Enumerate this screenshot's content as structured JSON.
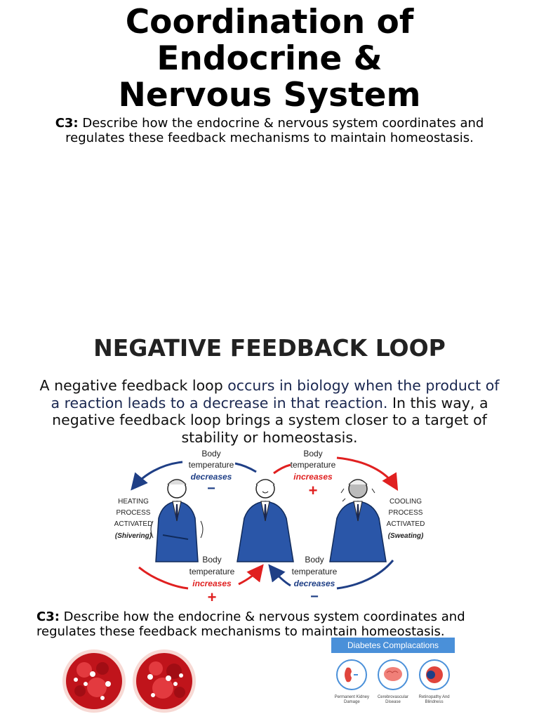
{
  "title": {
    "line1": "Coordination of",
    "line2": "Endocrine &",
    "line3": "Nervous System"
  },
  "objective_top": {
    "label": "C3:",
    "text": " Describe how the endocrine & nervous system coordinates and regulates these feedback mechanisms to maintain homeostasis."
  },
  "negative_feedback": {
    "heading": "NEGATIVE FEEDBACK LOOP",
    "para_1": "A negative feedback loop ",
    "para_2": "occurs in biology when the product of a reaction leads to a decrease in that reaction.",
    "para_3": " In this way, a negative feedback loop brings a system closer to a target of stability or homeostasis."
  },
  "diagram": {
    "top_left": {
      "line1": "Body",
      "line2": "temperature",
      "line3": "decreases",
      "sign": "−"
    },
    "top_right": {
      "line1": "Body",
      "line2": "temperature",
      "line3": "increases",
      "sign": "+"
    },
    "bottom_left": {
      "line1": "Body",
      "line2": "temperature",
      "line3": "increases",
      "sign": "+"
    },
    "bottom_right": {
      "line1": "Body",
      "line2": "temperature",
      "line3": "decreases",
      "sign": "−"
    },
    "heating": {
      "line1": "HEATING",
      "line2": "PROCESS",
      "line3": "ACTIVATED",
      "line4": "(Shivering)"
    },
    "cooling": {
      "line1": "COOLING",
      "line2": "PROCESS",
      "line3": "ACTIVATED",
      "line4": "(Sweating)"
    },
    "colors": {
      "blue": "#1f3f86",
      "red": "#e02020",
      "suit": "#2a56a8"
    }
  },
  "objective_bottom": {
    "label": "C3:",
    "text": " Describe how the endocrine & nervous system coordinates and regulates these feedback mechanisms to maintain homeostasis."
  },
  "diabetes_card": {
    "title": "Diabetes Complacations",
    "item1": "Permanent Kidney Damage",
    "item2": "Cerebrovascular Disease",
    "item3": "Retinopathy And Blindness"
  }
}
